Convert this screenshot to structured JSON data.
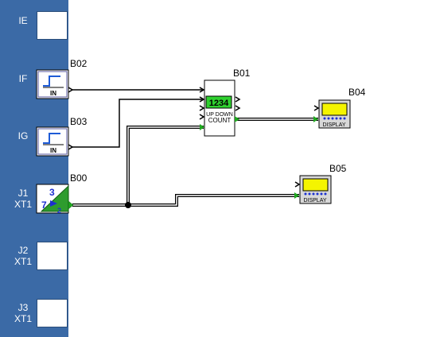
{
  "slots": [
    {
      "id": "ie",
      "label": "IE"
    },
    {
      "id": "if",
      "label": "IF"
    },
    {
      "id": "ig",
      "label": "IG"
    },
    {
      "id": "j1",
      "label": "J1\nXT1"
    },
    {
      "id": "j2",
      "label": "J2\nXT1"
    },
    {
      "id": "j3",
      "label": "J3\nXT1"
    }
  ],
  "blocks": {
    "b02": {
      "label": "B02",
      "text": "IN"
    },
    "b03": {
      "label": "B03",
      "text": "IN"
    },
    "b00": {
      "label": "B00",
      "digits": [
        "3",
        "7",
        "2"
      ]
    },
    "b01": {
      "label": "B01",
      "lcd": "1234",
      "line1": "UP DOWN",
      "line2": "COUNT"
    },
    "b04": {
      "label": "B04",
      "text": "DISPLAY"
    },
    "b05": {
      "label": "B05",
      "text": "DISPLAY"
    }
  },
  "colors": {
    "sidebar": "#3b6aa6",
    "lcd": "#2fd12f",
    "display_screen": "#f4f400",
    "display_dots": "#1a2fd0",
    "port_green": "#1fa81f"
  }
}
